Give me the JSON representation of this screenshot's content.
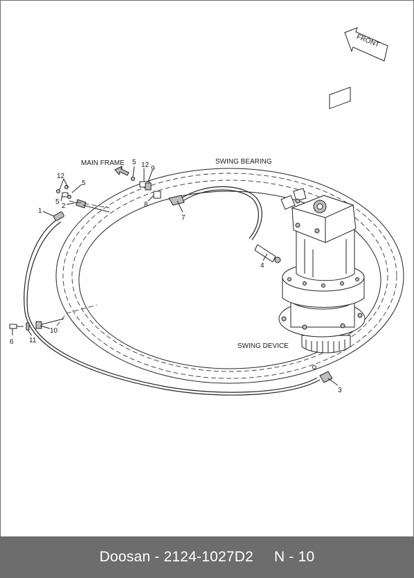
{
  "diagram": {
    "labels": {
      "main_frame": "MAIN FRAME",
      "swing_bearing": "SWING BEARING",
      "swing_device": "SWING DEVICE",
      "front": "FRONT"
    },
    "callouts": {
      "c1": "1",
      "c2": "2",
      "c3": "3",
      "c4": "4",
      "c5a": "5",
      "c5b": "5",
      "c5c": "5",
      "c6": "6",
      "c7": "7",
      "c8": "8",
      "c9": "9",
      "c10": "10",
      "c11": "11",
      "c12a": "12",
      "c12b": "12"
    }
  },
  "footer": {
    "brand_part": "Doosan - 2124-1027D2",
    "page_ref": "N - 10"
  },
  "colors": {
    "line": "#222222",
    "footer_bg": "#6d6d6d",
    "footer_text": "#ffffff"
  }
}
